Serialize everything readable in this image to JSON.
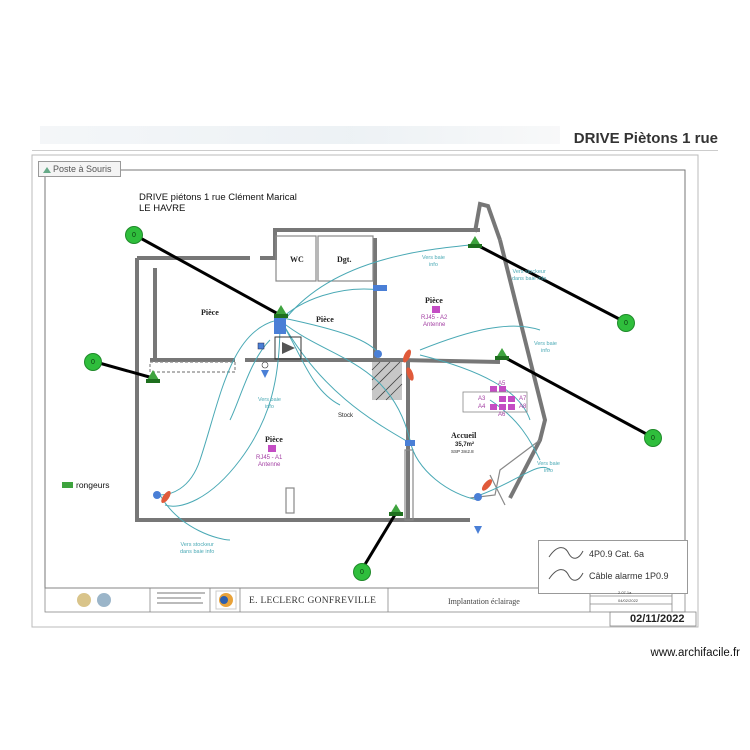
{
  "header": {
    "title": "DRIVE Piètons 1 rue"
  },
  "toolbar": {
    "poste_label": "Poste à Souris"
  },
  "address": {
    "line1": "DRIVE piétons 1 rue Clément Marical",
    "line2": "LE HAVRE"
  },
  "legend": {
    "label": "rongeurs",
    "color": "#3ea33e"
  },
  "stations": [
    {
      "id": "s1",
      "label": "0"
    },
    {
      "id": "s2",
      "label": "0"
    },
    {
      "id": "s3",
      "label": "0"
    },
    {
      "id": "s4",
      "label": "0"
    },
    {
      "id": "s5",
      "label": "0"
    }
  ],
  "rooms": {
    "wc": "WC",
    "dgt": "Dgt.",
    "piece_left": "Pièce",
    "piece_mid": "Pièce",
    "piece_right": "Pièce",
    "piece_bottom": "Pièce",
    "accueil": "Accueil",
    "accueil_area": "35,7m²",
    "accueil_sub": "SSP 3m2.8",
    "stock": "Stock"
  },
  "labels": {
    "vers_baie_1": "Vers baie\ninfo",
    "vers_baie_2": "Vers baie\ninfo",
    "vers_baie_3": "Vers baie\ninfo",
    "vers_baie_4": "Vers baie\ninfo",
    "vers_stockeur_1": "Vers stockeur\ndans baie info",
    "vers_stockeur_2": "Vers stockeur\ndans baie info",
    "rj_a1": "RJ45 - A1\nAntenne",
    "rj_a2": "RJ45 - A2\nAntenne",
    "a_codes": [
      "A3",
      "A4",
      "A5",
      "A6",
      "A7",
      "A8"
    ]
  },
  "cable_legend": {
    "cat6": "4P0.9 Cat. 6a",
    "alarme": "Câble alarme 1P0.9"
  },
  "title_block": {
    "company": "E. LECLERC GONFREVILLE",
    "drawing": "Implantation éclairage",
    "date": "02/11/2022",
    "ref": "2.07.1a",
    "ref_date": "04/02/2022"
  },
  "watermark": "www.archifacile.fr",
  "colors": {
    "station": "#2fbe3c",
    "cable": "#4aa9b5",
    "wall": "#666666"
  }
}
